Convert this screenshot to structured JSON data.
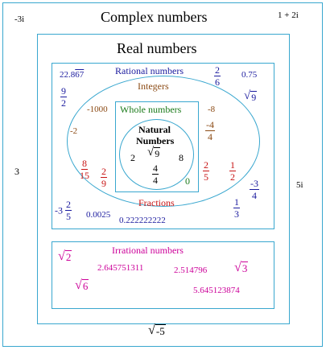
{
  "complex": {
    "title": "Complex numbers",
    "items": {
      "neg3i": "-3i",
      "one_plus_2i": "1 + 2i",
      "three": "3",
      "five_i": "5i",
      "sqrt_neg5_radicand": "-5"
    }
  },
  "real": {
    "title": "Real numbers"
  },
  "rational": {
    "title": "Rational numbers",
    "items": {
      "dec_22867_whole": "22.8",
      "dec_22867_repeat": "67",
      "frac_9_2_num": "9",
      "frac_9_2_den": "2",
      "frac_2_6_num": "2",
      "frac_2_6_den": "6",
      "dec_075": "0.75",
      "sqrt9_radicand": "9",
      "neg3": "-3",
      "frac_2_5_num": "2",
      "frac_2_5_den": "5",
      "dec_00025": "0.0025",
      "frac_1_3_num": "1",
      "frac_1_3_den": "3",
      "frac_neg3_4_num": "-3",
      "frac_neg3_4_den": "4",
      "dec_0222": "0.222222222"
    }
  },
  "integers": {
    "title": "Integers",
    "items": {
      "neg1000": "-1000",
      "neg2": "-2",
      "neg8": "-8",
      "frac_neg4_4_num": "-4",
      "frac_neg4_4_den": "4"
    }
  },
  "fractions": {
    "title": "Fractions",
    "items": {
      "frac_8_15_num": "8",
      "frac_8_15_den": "15",
      "frac_2_9_num": "2",
      "frac_2_9_den": "9",
      "frac_2_5_num": "2",
      "frac_2_5_den": "5",
      "frac_1_2_num": "1",
      "frac_1_2_den": "2"
    }
  },
  "whole": {
    "title": "Whole numbers",
    "items": {
      "zero": "0"
    }
  },
  "natural": {
    "title_line1": "Natural",
    "title_line2": "Numbers",
    "items": {
      "two": "2",
      "sqrt9_radicand": "9",
      "eight": "8",
      "frac_4_4_num": "4",
      "frac_4_4_den": "4"
    }
  },
  "irrational": {
    "title": "Irrational numbers",
    "items": {
      "sqrt2_radicand": "2",
      "val_2645": "2.645751311",
      "val_2514": "2.514796",
      "sqrt3_radicand": "3",
      "sqrt6_radicand": "6",
      "val_5645": "5.645123874"
    }
  },
  "colors": {
    "frame": "#39a7cf",
    "rational": "#1a1a9e",
    "integers": "#8b4a14",
    "fractions": "#c81414",
    "whole": "#1a7a1a",
    "irrational": "#cc0099"
  }
}
